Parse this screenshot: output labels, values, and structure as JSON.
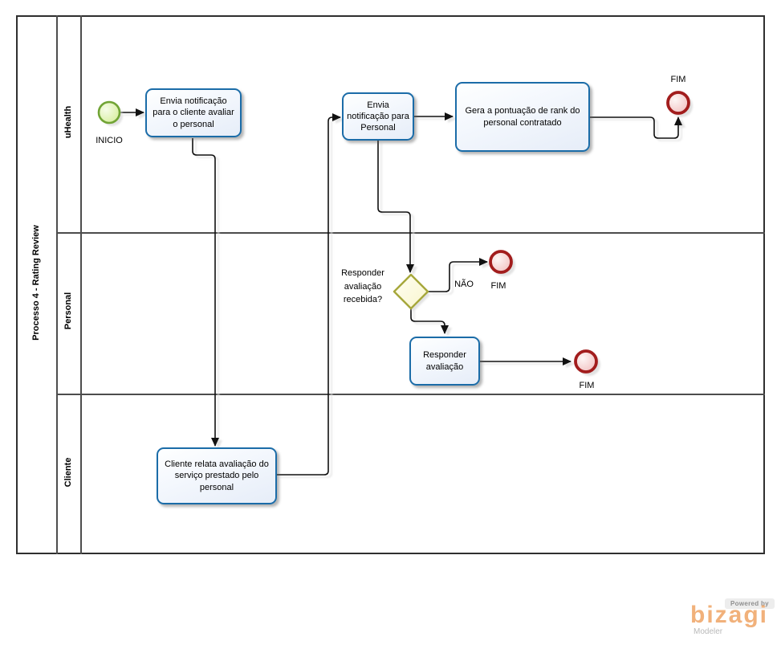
{
  "pool": {
    "title": "Processo 4 - Rating Review",
    "lanes": [
      "uHealth",
      "Personal",
      "Cliente"
    ]
  },
  "nodes": {
    "start_event": {
      "label": "INICIO"
    },
    "task_notify_client": {
      "label": "Envia notificação para o cliente avaliar o personal"
    },
    "task_notify_personal": {
      "label": "Envia notificação para Personal"
    },
    "task_generate_rank": {
      "label": "Gera a pontuação de rank do personal contratado"
    },
    "end_event_top": {
      "label": "FIM"
    },
    "gateway_respond": {
      "label": "Responder avaliação recebida?"
    },
    "end_event_nao": {
      "label": "FIM"
    },
    "task_respond_review": {
      "label": "Responder avaliação"
    },
    "end_event_responded": {
      "label": "FIM"
    },
    "task_client_reports": {
      "label": "Cliente relata avaliação do serviço prestado pelo personal"
    }
  },
  "flows": {
    "nao_label": "NÃO"
  },
  "branding": {
    "powered_by": "Powered by",
    "brand": "bizagi",
    "product": "Modeler"
  },
  "colors": {
    "task_border": "#1b6ca8",
    "task_fill_bottom": "#e6edf8",
    "start_event_border": "#71a435",
    "start_event_fill": "#d7ee9e",
    "end_event_border": "#a21d1d",
    "end_event_fill": "#f2c1c1",
    "gateway_border": "#a6a73b",
    "gateway_fill": "#fcfbdf",
    "connector": "#111111",
    "brand_orange": "#f1b17b"
  }
}
